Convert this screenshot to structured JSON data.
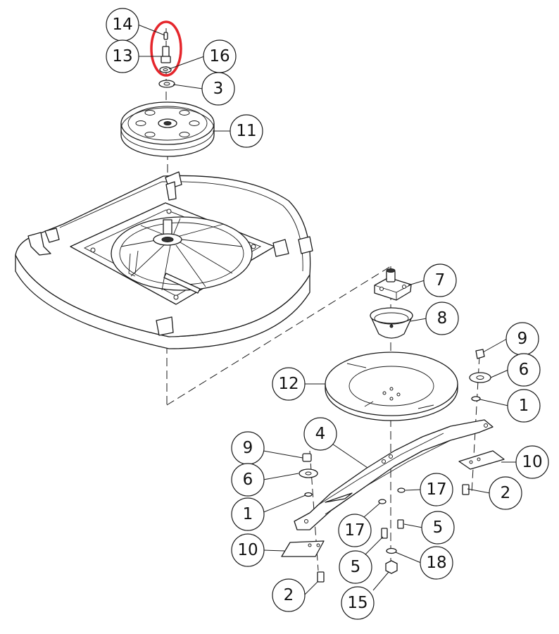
{
  "diagram": {
    "type": "exploded-parts-diagram",
    "highlight_color": "#e5262c",
    "highlighted_parts": [
      "14",
      "13"
    ],
    "callouts": [
      {
        "label": "14",
        "part": "pin"
      },
      {
        "label": "13",
        "part": "spindle-bolt"
      },
      {
        "label": "16",
        "part": "small-washer"
      },
      {
        "label": "3",
        "part": "washer"
      },
      {
        "label": "11",
        "part": "pulley"
      },
      {
        "label": "7",
        "part": "blade-hub"
      },
      {
        "label": "8",
        "part": "cup"
      },
      {
        "label": "9",
        "part": "nut"
      },
      {
        "label": "6",
        "part": "washer-cup"
      },
      {
        "label": "12",
        "part": "disc"
      },
      {
        "label": "1",
        "part": "lock-washer"
      },
      {
        "label": "4",
        "part": "blade-bar"
      },
      {
        "label": "10",
        "part": "blade"
      },
      {
        "label": "9",
        "part": "nut"
      },
      {
        "label": "6",
        "part": "washer-cup"
      },
      {
        "label": "17",
        "part": "washer"
      },
      {
        "label": "2",
        "part": "bolt"
      },
      {
        "label": "1",
        "part": "lock-washer"
      },
      {
        "label": "17",
        "part": "washer"
      },
      {
        "label": "5",
        "part": "bolt"
      },
      {
        "label": "10",
        "part": "blade"
      },
      {
        "label": "5",
        "part": "bolt"
      },
      {
        "label": "18",
        "part": "washer"
      },
      {
        "label": "2",
        "part": "bolt"
      },
      {
        "label": "15",
        "part": "nut"
      }
    ]
  }
}
